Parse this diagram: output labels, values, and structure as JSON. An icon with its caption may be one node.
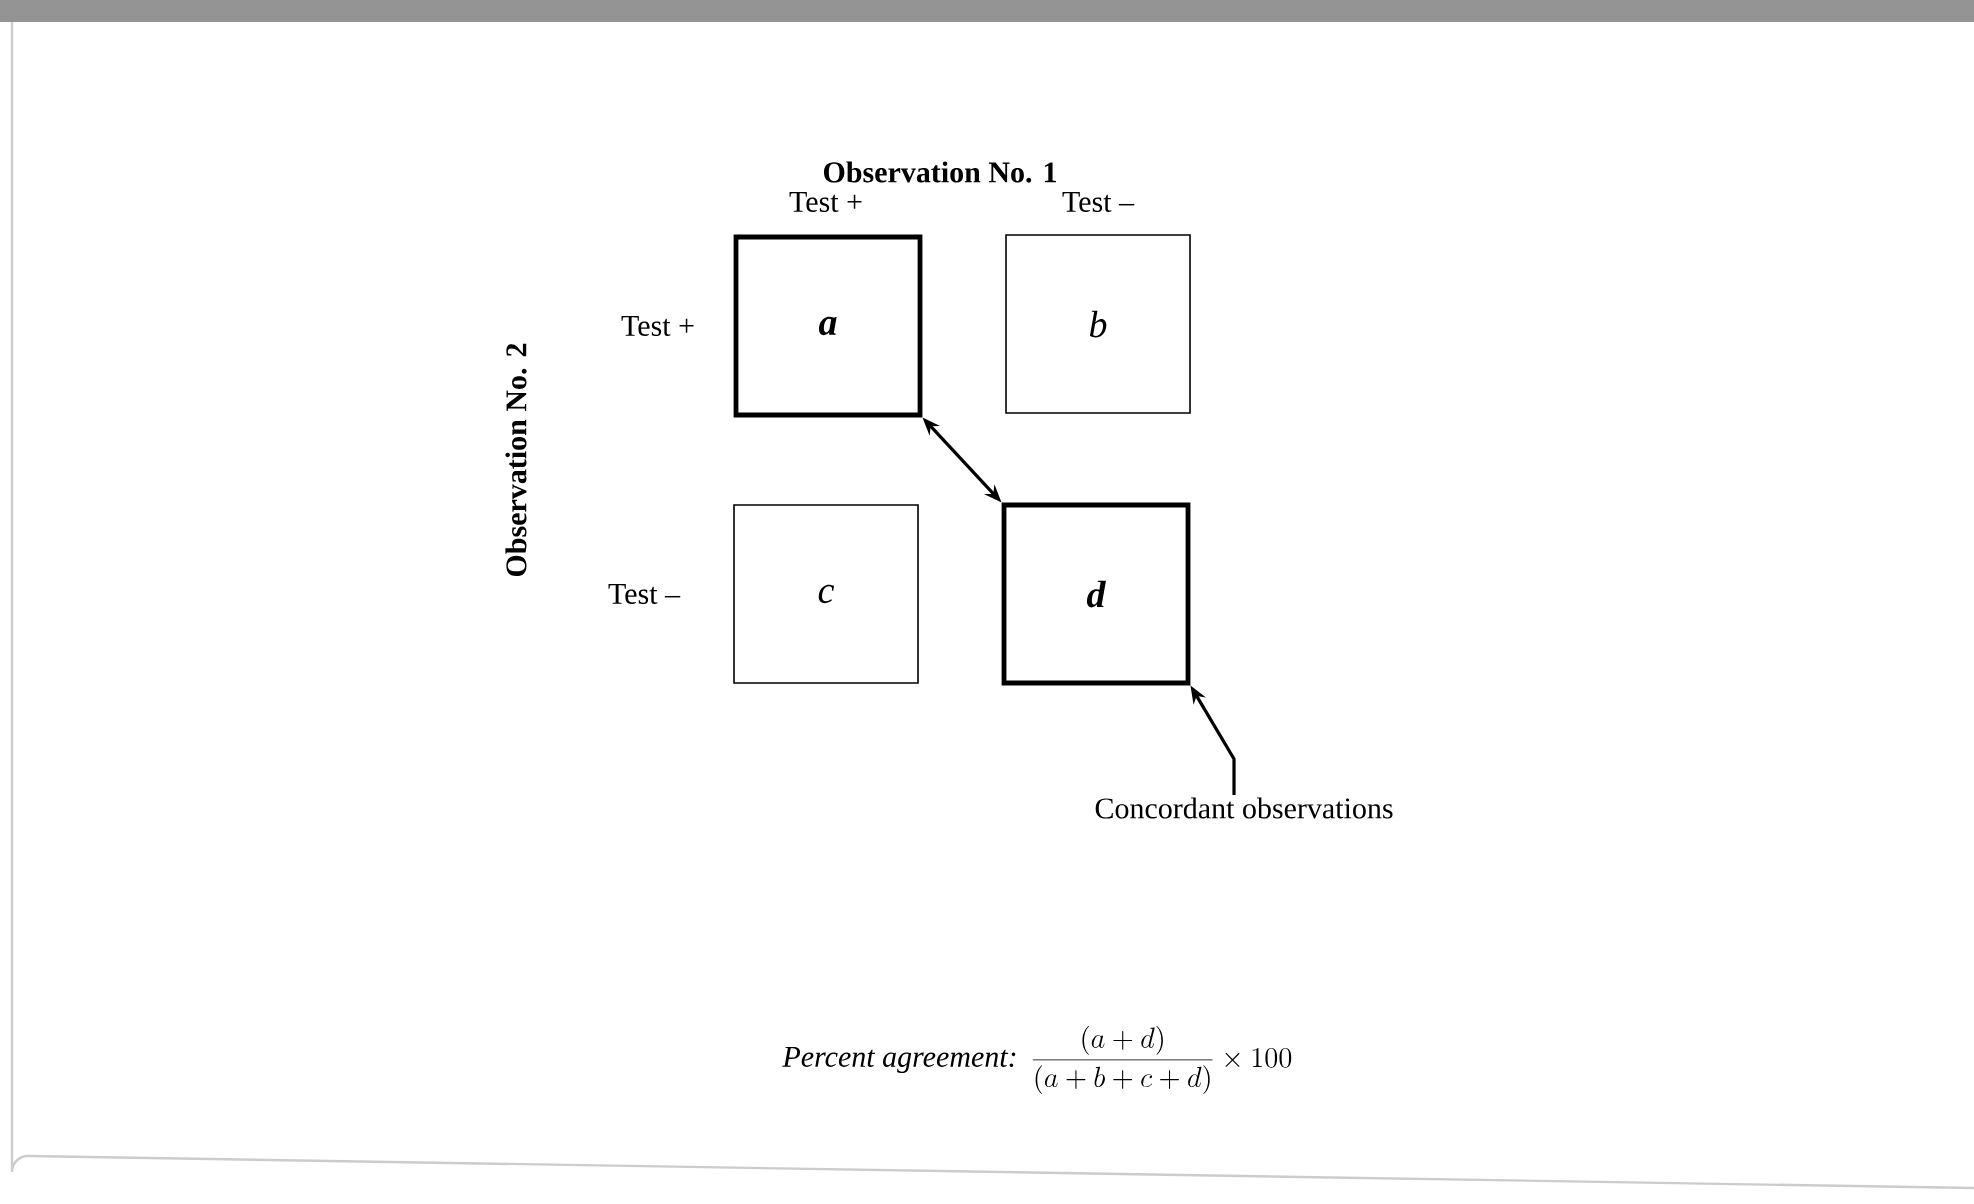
{
  "diagram": {
    "nodes": [
      {
        "text": [
          "a"
        ]
      },
      {
        "text": [
          "b"
        ]
      },
      {
        "text": [
          "c"
        ]
      },
      {
        "text": [
          "d"
        ]
      },
      {
        "text": [
          "Concordant observations"
        ]
      }
    ],
    "edges": [
      {
        "from": 0,
        "to": 3,
        "arrow": "both"
      },
      {
        "from": 4,
        "to": 3,
        "arrow": "to"
      }
    ],
    "labels": [
      "Observation No. 1",
      "Test +",
      "Test –",
      "Observation No. 2",
      "Test +",
      "Test –",
      "Percent agreement:",
      "\\frac{(a + d)}{(a + b + c + d)} \\times 100"
    ]
  }
}
